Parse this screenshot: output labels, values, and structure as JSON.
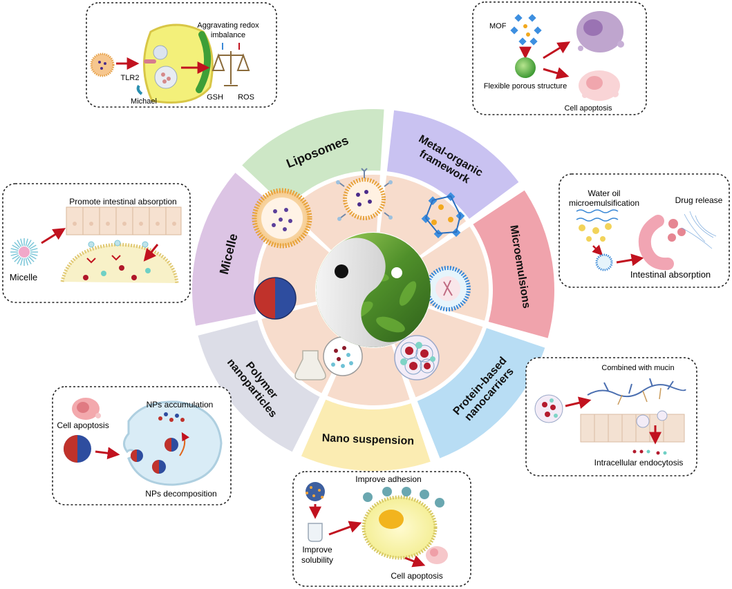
{
  "center": {
    "name": "yin-yang-herb-center"
  },
  "segments": [
    {
      "id": "liposomes",
      "label_lines": [
        "Liposomes"
      ],
      "color": "#cde7c6"
    },
    {
      "id": "mof",
      "label_lines": [
        "Metal-organic",
        "framework"
      ],
      "color": "#c9c2f1"
    },
    {
      "id": "microemulsions",
      "label_lines": [
        "Microemulsions"
      ],
      "color": "#f0a3ac"
    },
    {
      "id": "protein",
      "label_lines": [
        "Protein-based",
        "nanocarriers"
      ],
      "color": "#b8ddf4"
    },
    {
      "id": "nanosuspension",
      "label_lines": [
        "Nano suspension"
      ],
      "color": "#fbecb2"
    },
    {
      "id": "polymer",
      "label_lines": [
        "Polymer",
        "nanoparticles"
      ],
      "color": "#dcdde7"
    },
    {
      "id": "micelle",
      "label_lines": [
        "Micelle"
      ],
      "color": "#dcc4e4"
    }
  ],
  "inner_color": "#f7dccc",
  "panels": {
    "liposomes": {
      "texts": [
        "Aggravating redox",
        "imbalance",
        "TLR2",
        "GSH",
        "ROS",
        "Michael"
      ]
    },
    "mof": {
      "texts": [
        "MOF",
        "Flexible porous structure",
        "Cell apoptosis"
      ]
    },
    "micelle": {
      "texts": [
        "Promote intestinal absorption",
        "Micelle"
      ]
    },
    "microemulsions": {
      "texts": [
        "Water oil",
        "microemulsification",
        "Drug release",
        "Intestinal absorption"
      ]
    },
    "protein": {
      "texts": [
        "Combined with mucin",
        "Intracellular endocytosis"
      ]
    },
    "polymer": {
      "texts": [
        "Cell apoptosis",
        "NPs accumulation",
        "NPs decomposition"
      ]
    },
    "nanosuspension": {
      "texts": [
        "Improve adhesion",
        "Improve",
        "solubility",
        "Cell apoptosis"
      ]
    }
  }
}
